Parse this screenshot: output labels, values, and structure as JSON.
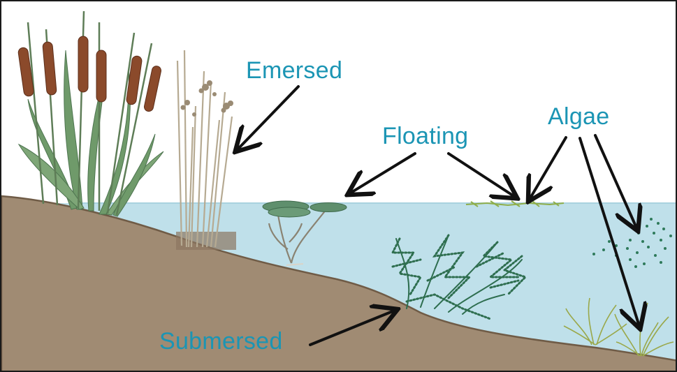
{
  "labels": {
    "emersed": "Emersed",
    "floating": "Floating",
    "algae": "Algae",
    "submersed": "Submersed"
  },
  "colors": {
    "soil": "#a08b73",
    "water": "#bfe0ea",
    "label_text": "#1b95b4",
    "cattail_head": "#8b4a2b",
    "leaf_green": "#6f9a6a",
    "reed_gray": "#b6aa92",
    "lily_pad": "#5f8f6d",
    "submersed_plant": "#2e6e4f",
    "algae_green": "#9aa84a",
    "arrow": "#111111"
  },
  "icons": [
    "cattail-plant-icon",
    "reed-plant-icon",
    "water-lily-icon",
    "submersed-plant-icon",
    "filamentous-algae-icon",
    "planktonic-algae-icon"
  ]
}
